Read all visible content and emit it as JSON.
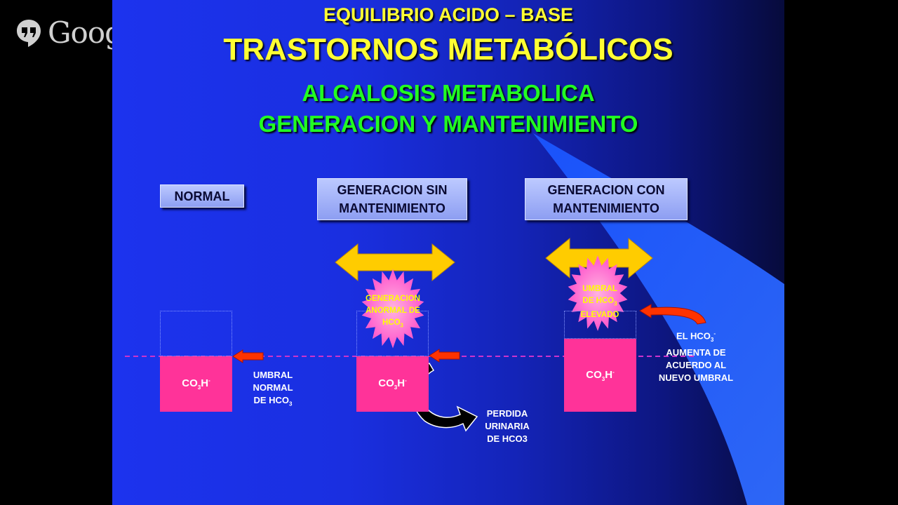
{
  "overlay": {
    "brand": "Google+"
  },
  "slide": {
    "title1": "EQUILIBRIO ACIDO – BASE",
    "title2": "TRASTORNOS METABÓLICOS",
    "subtitle1": "ALCALOSIS METABOLICA",
    "subtitle2": "GENERACION Y MANTENIMIENTO"
  },
  "headers": {
    "normal": "NORMAL",
    "gen_sin_1": "GENERACION SIN",
    "gen_sin_2": "MANTENIMIENTO",
    "gen_con_1": "GENERACION CON",
    "gen_con_2": "MANTENIMIENTO"
  },
  "bars": {
    "label_main": "CO",
    "label_sub": "3",
    "label_tail": "H",
    "label_sup": "-"
  },
  "labels": {
    "umbral_1": "UMBRAL",
    "umbral_2": "NORMAL",
    "umbral_3": "DE HCO",
    "umbral_3_sub": "3",
    "perdida_1": "PERDIDA",
    "perdida_2": "URINARIA",
    "perdida_3": "DE HCO3",
    "aumenta_1a": "EL HCO",
    "aumenta_1_sub": "3",
    "aumenta_1_sup": "-",
    "aumenta_2": "AUMENTA DE",
    "aumenta_3": "ACUERDO AL",
    "aumenta_4": "NUEVO UMBRAL",
    "star1_1": "GENERACION",
    "star1_2": "ANORMAL DE",
    "star1_3": "HCO",
    "star1_3_sub": "3",
    "star2_1": "UMBRAL",
    "star2_2": "DE  HCO",
    "star2_2_sub": "3",
    "star2_3": "ELEVADO"
  },
  "colors": {
    "title": "#ffff33",
    "subtitle": "#22ff22",
    "bar": "#ff3399",
    "arrow_yellow": "#ffcc00",
    "arrow_red": "#ff3300",
    "threshold_line": "#cc33cc"
  },
  "icons": [
    "hangouts-icon",
    "double-arrow-icon",
    "red-arrow-icon",
    "curved-arrow-icon",
    "starburst-icon"
  ]
}
